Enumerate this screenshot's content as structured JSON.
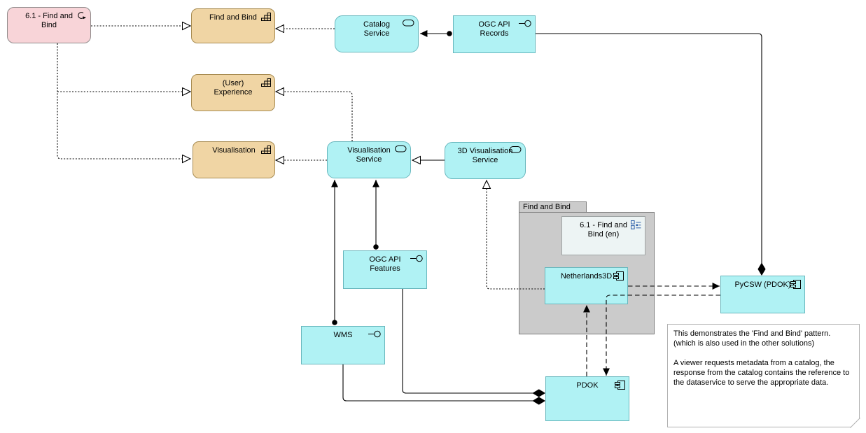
{
  "nodes": {
    "process_find_and_bind": {
      "label": "6.1 -  Find and Bind",
      "icon": "loop-arrow-icon"
    },
    "cap_find_and_bind": {
      "label": "Find and Bind",
      "icon": "capability-icon"
    },
    "cap_user_experience": {
      "label": "(User) Experience",
      "icon": "capability-icon"
    },
    "cap_visualisation": {
      "label": "Visualisation",
      "icon": "capability-icon"
    },
    "svc_catalog": {
      "label": "Catalog Service",
      "icon": "service-icon"
    },
    "if_ogc_api_records": {
      "label": "OGC API Records",
      "icon": "interface-icon"
    },
    "svc_visualisation": {
      "label": "Visualisation Service",
      "icon": "service-icon"
    },
    "svc_3d_visualisation": {
      "label": "3D Visualisation Service",
      "icon": "service-icon"
    },
    "if_ogc_api_features": {
      "label": "OGC API Features",
      "icon": "interface-icon"
    },
    "if_wms": {
      "label": "WMS",
      "icon": "interface-icon"
    },
    "comp_pdok": {
      "label": "PDOK",
      "icon": "component-icon"
    },
    "comp_pycsw": {
      "label": "PyCSW (PDOK)",
      "icon": "component-icon"
    },
    "comp_netherlands3d": {
      "label": "Netherlands3D",
      "icon": "component-icon"
    },
    "group_find_and_bind": {
      "label": "Find and Bind"
    },
    "view_ref_61": {
      "label": "6.1 - Find and Bind (en)",
      "icon": "view-reference-icon"
    }
  },
  "note": {
    "paragraph1": "This demonstrates the 'Find and Bind' pattern.\n(which is also used in the other solutions)",
    "paragraph2": "A viewer requests metadata from a catalog, the response from the catalog contains the reference to the dataservice to serve the appropriate data."
  },
  "colors": {
    "process-fill": "#f8d4d8",
    "process-border": "#8f8b8b",
    "capability-fill": "#f0d5a4",
    "capability-border": "#a88c52",
    "application-fill": "#b0f2f4",
    "application-border": "#68b7bd",
    "group-fill": "#cbcbcb",
    "group-border": "#7d7d7d",
    "reference-fill": "#edf4f4",
    "reference-border": "#9fa5a5",
    "note-fill": "#ffffff",
    "note-border": "#b0b0b0",
    "line-color": "#000000",
    "reference-icon-color": "#2a5da8"
  }
}
